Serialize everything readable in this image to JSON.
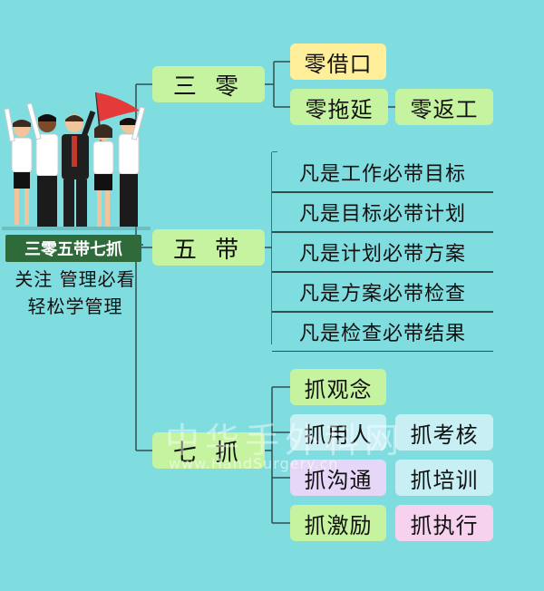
{
  "banner": "三零五带七抓",
  "caption_line1": "关注 管理必看",
  "caption_line2": "轻松学管理",
  "branch_zero": {
    "label": "三 零",
    "items": [
      "零借口",
      "零拖延",
      "零返工"
    ]
  },
  "branch_five": {
    "label": "五 带",
    "items": [
      "凡是工作必带目标",
      "凡是目标必带计划",
      "凡是计划必带方案",
      "凡是方案必带检查",
      "凡是检查必带结果"
    ]
  },
  "branch_seven": {
    "label": "七 抓",
    "items": [
      "抓观念",
      "抓用人",
      "抓考核",
      "抓沟通",
      "抓培训",
      "抓激励",
      "抓执行"
    ]
  },
  "watermark": {
    "cn": "中华手外科网",
    "en": "www.HandSurgery.cn"
  },
  "colors": {
    "background": "#7fdde0",
    "node_green": "#c6f39f",
    "node_yellow": "#ffef9a",
    "node_blue": "#c8f0f4",
    "node_lavender": "#e6d6f7",
    "node_pink": "#f6d2ee",
    "banner": "#2f6a3a"
  }
}
